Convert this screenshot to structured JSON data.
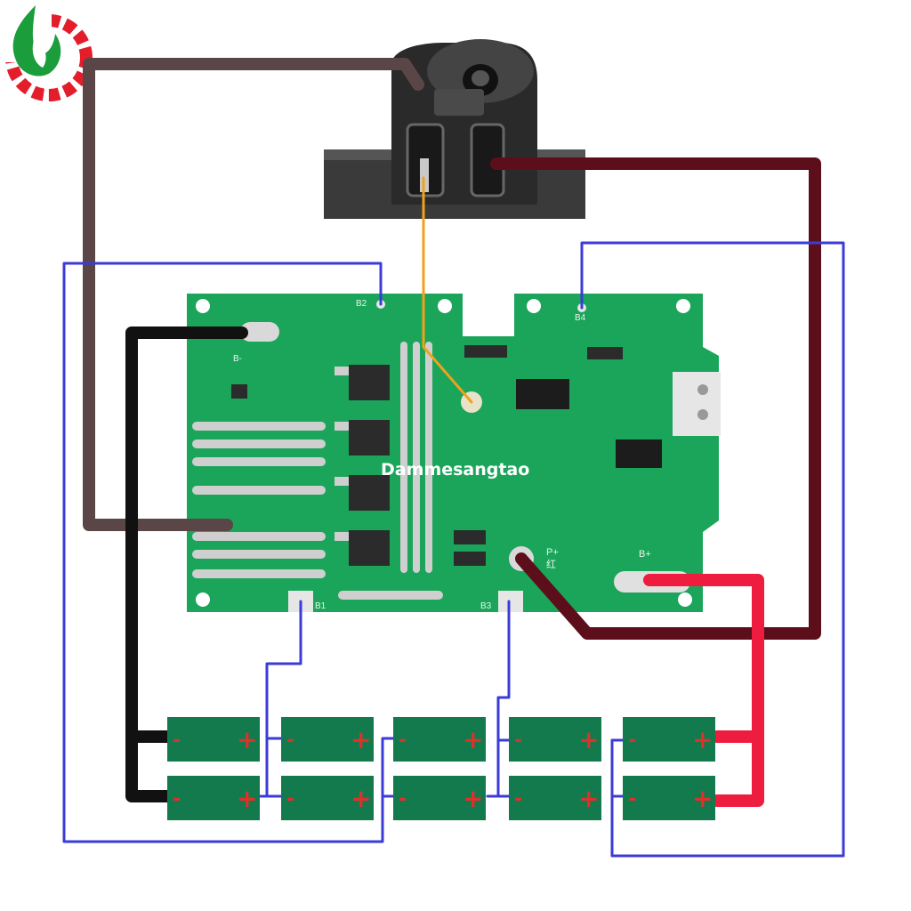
{
  "board": {
    "watermark": "Dammesangtao",
    "pads": {
      "b_minus": "B-",
      "b1": "B1",
      "b2": "B2",
      "b3": "B3",
      "b4": "B4",
      "p_plus": "P+",
      "p_plus_cn": "红",
      "b_plus": "B+"
    }
  },
  "cells": {
    "minus_symbol": "-",
    "plus_symbol": "+"
  },
  "icons": {
    "logo": "flame-gear-logo",
    "connector": "battery-connector-terminal"
  },
  "colors": {
    "pcb": "#1aa55a",
    "cell": "#137a4e",
    "wire_blue": "#3b3bd8",
    "wire_black": "#111111",
    "wire_brown": "#5a4647",
    "wire_darkred": "#5c0f1a",
    "wire_red": "#ee1c3e",
    "wire_orange": "#f0a21c",
    "sign_red": "#e0302a"
  }
}
